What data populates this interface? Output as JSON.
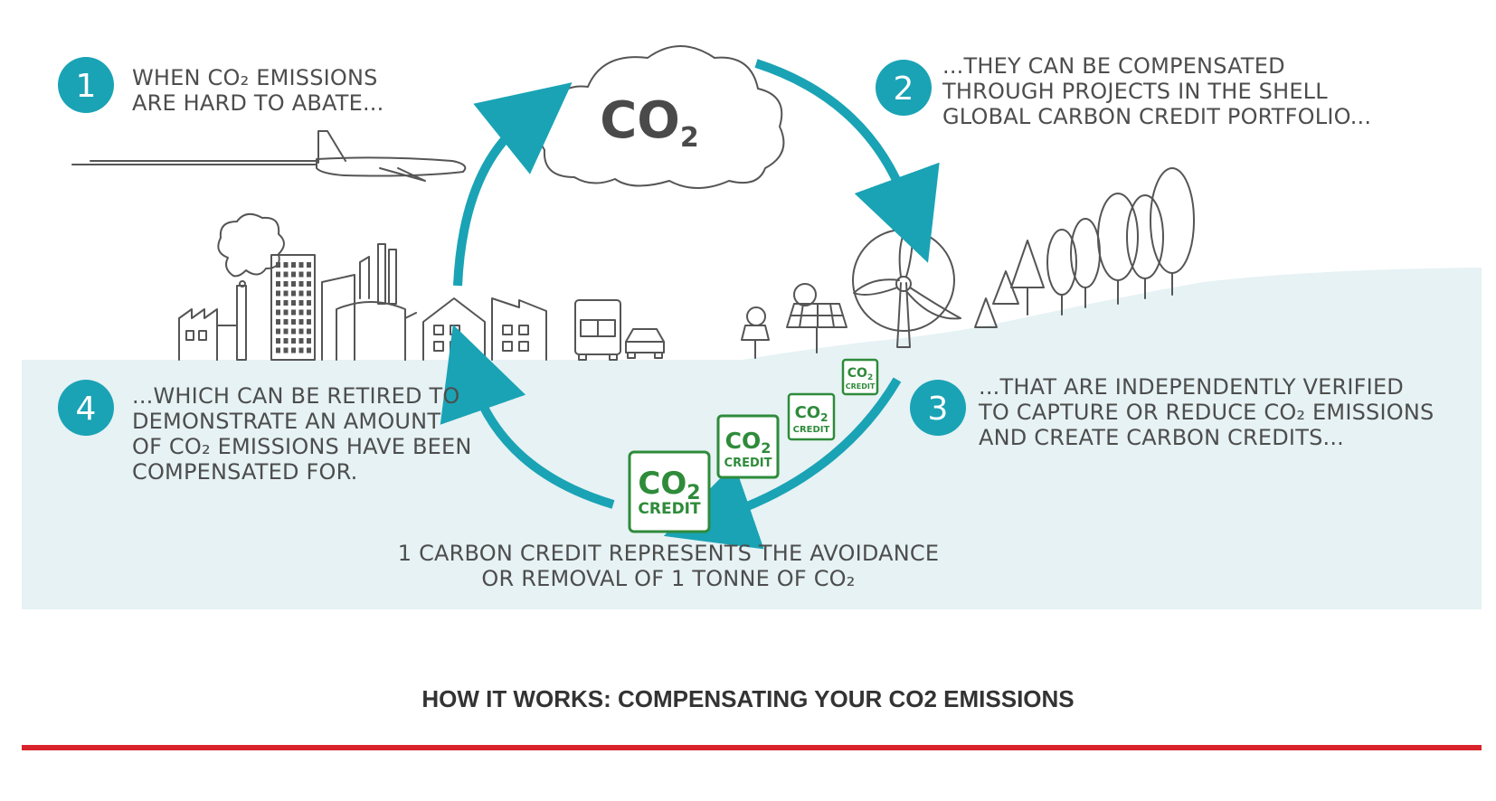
{
  "colors": {
    "accent": "#1aa3b5",
    "band": "#e6f2f4",
    "credit": "#2e8b3a",
    "rule": "#d9232b",
    "text": "#4d4d4d"
  },
  "cloud": {
    "main": "CO",
    "sub": "2"
  },
  "steps": [
    {
      "num": "1",
      "lines": [
        "WHEN CO₂ EMISSIONS",
        "ARE HARD TO ABATE..."
      ]
    },
    {
      "num": "2",
      "lines": [
        "...THEY CAN BE COMPENSATED",
        "THROUGH PROJECTS IN THE SHELL",
        "GLOBAL CARBON CREDIT PORTFOLIO..."
      ]
    },
    {
      "num": "3",
      "lines": [
        "...THAT ARE INDEPENDENTLY VERIFIED",
        "TO CAPTURE OR REDUCE CO₂ EMISSIONS",
        "AND CREATE CARBON CREDITS..."
      ]
    },
    {
      "num": "4",
      "lines": [
        "...WHICH CAN BE RETIRED TO",
        "DEMONSTRATE AN AMOUNT",
        "OF CO₂ EMISSIONS HAVE BEEN",
        "COMPENSATED FOR."
      ]
    }
  ],
  "credit_badge": {
    "main": "CO",
    "sub": "2",
    "word": "CREDIT"
  },
  "note_lines": [
    "1 CARBON CREDIT REPRESENTS THE AVOIDANCE",
    "OR REMOVAL OF 1 TONNE OF CO₂"
  ],
  "title": "HOW IT WORKS: COMPENSATING YOUR CO2 EMISSIONS"
}
